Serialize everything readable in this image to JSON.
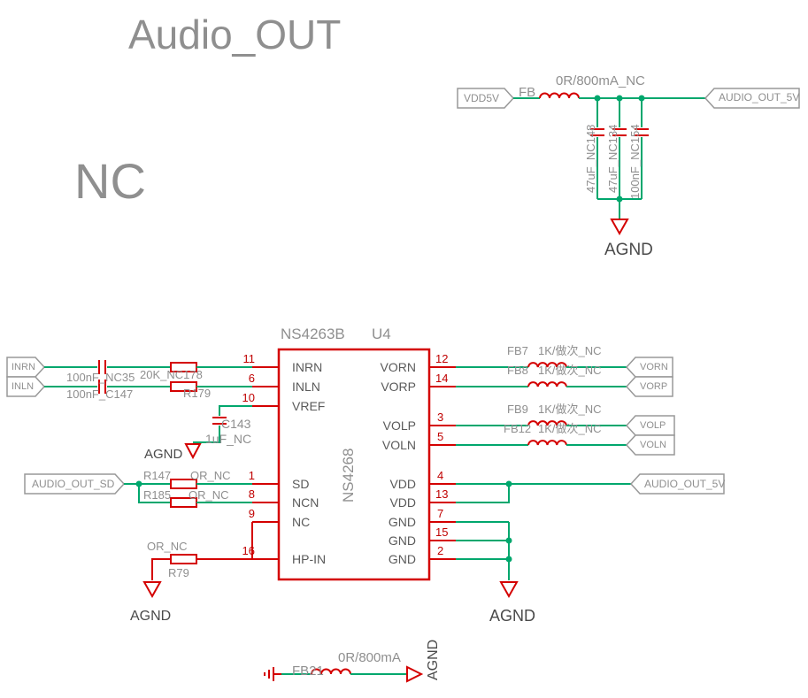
{
  "page": {
    "title": "Audio_OUT",
    "nc_label": "NC"
  },
  "colors": {
    "wire": "#00a76d",
    "component": "#d40000",
    "label": "#8f8f8f",
    "text_dark": "#4a4a4a",
    "pin_num": "#c00000"
  },
  "top_rail": {
    "net_in": "VDD5V",
    "fb_ref": "FB",
    "fb_value": "0R/800mA_NC",
    "net_out": "AUDIO_OUT_5V",
    "cap_labels": [
      "47uF_NC148",
      "47uF_NC134",
      "100nF_NC154"
    ],
    "gnd_label": "AGND"
  },
  "ic": {
    "name": "NS4263B",
    "refdes": "U4",
    "part_mark": "NS4268",
    "left_pins": [
      {
        "num": "11",
        "name": "INRN"
      },
      {
        "num": "6",
        "name": "INLN"
      },
      {
        "num": "10",
        "name": "VREF"
      },
      {
        "num": "1",
        "name": "SD"
      },
      {
        "num": "8",
        "name": "NCN"
      },
      {
        "num": "9",
        "name": "NC"
      },
      {
        "num": "16",
        "name": "HP-IN"
      }
    ],
    "right_pins": [
      {
        "num": "12",
        "name": "VORN"
      },
      {
        "num": "14",
        "name": "VORP"
      },
      {
        "num": "3",
        "name": "VOLP"
      },
      {
        "num": "5",
        "name": "VOLN"
      },
      {
        "num": "4",
        "name": "VDD"
      },
      {
        "num": "13",
        "name": "VDD"
      },
      {
        "num": "7",
        "name": "GND"
      },
      {
        "num": "15",
        "name": "GND"
      },
      {
        "num": "2",
        "name": "GND"
      }
    ]
  },
  "inputs": {
    "net_r": "INRN",
    "net_l": "INLN",
    "cap_r": "100nF_NC35",
    "cap_l": "100nF_C147",
    "res_r": "20K_NC178",
    "res_l": "R179"
  },
  "vref": {
    "cap_ref": "C143",
    "cap_value": "1uF_NC",
    "gnd_label": "AGND"
  },
  "sd": {
    "net": "AUDIO_OUT_SD",
    "r1_ref": "R147",
    "r1_value": "OR_NC",
    "r2_ref": "R185",
    "r2_value": "OR_NC"
  },
  "hp": {
    "r_value": "OR_NC",
    "r_ref": "R79",
    "gnd_label": "AGND"
  },
  "outputs": {
    "rows": [
      {
        "fb": "FB7",
        "value": "1K/做次_NC",
        "net": "VORN"
      },
      {
        "fb": "FB8",
        "value": "1K/做次_NC",
        "net": "VORP"
      },
      {
        "fb": "FB9",
        "value": "1K/做次_NC",
        "net": "VOLP"
      },
      {
        "fb": "FB12",
        "value": "1K/做次_NC",
        "net": "VOLN"
      }
    ],
    "vdd_net": "AUDIO_OUT_5V",
    "gnd_label": "AGND"
  },
  "bottom": {
    "fb_ref": "FB21",
    "fb_value": "0R/800mA",
    "gnd_label": "AGND"
  }
}
